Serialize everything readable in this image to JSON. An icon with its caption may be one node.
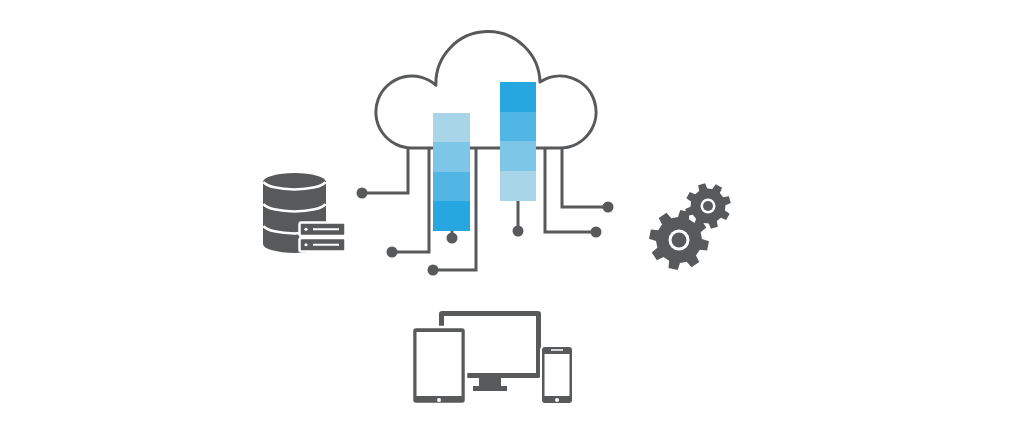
{
  "diagram": {
    "nodes": [
      {
        "text": [],
        "shape": "cloud"
      },
      {
        "text": [],
        "shape": "bar"
      },
      {
        "text": [],
        "shape": "bar"
      },
      {
        "text": [],
        "shape": "cylinder"
      },
      {
        "text": [],
        "shape": "picture"
      },
      {
        "text": [],
        "shape": "picture"
      }
    ],
    "edges": [
      {
        "from": 0,
        "to": null,
        "arrow": "other"
      },
      {
        "from": 0,
        "to": null,
        "arrow": "other"
      },
      {
        "from": 0,
        "to": null,
        "arrow": "other"
      },
      {
        "from": 1,
        "to": null,
        "arrow": "other"
      },
      {
        "from": 2,
        "to": null,
        "arrow": "other"
      },
      {
        "from": 0,
        "to": null,
        "arrow": "other"
      },
      {
        "from": 0,
        "to": null,
        "arrow": "other"
      }
    ]
  }
}
